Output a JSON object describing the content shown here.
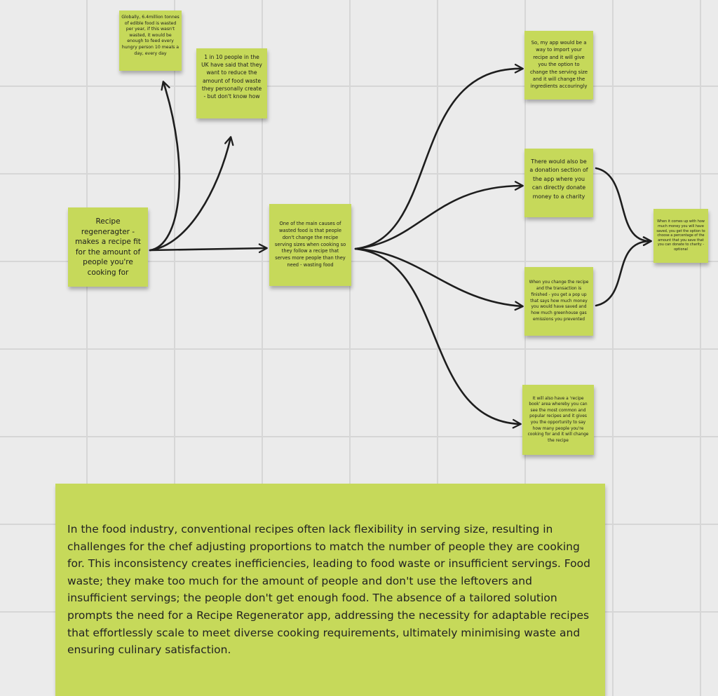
{
  "board": {
    "central_note": "Recipe regeneragter - makes a recipe fit for the amount of people you're cooking for",
    "stat_global_note": "Globally, 6.4million tonnes of edible food is wasted per year, if this wasn't wasted, it would be enough to feed every hungry person 10 meals a day, every day",
    "stat_uk_note": "1 in 10 people in the UK have said that they want to reduce the amount of food waste they personally create - but don't know how",
    "cause_note": "One of the main causes of wasted food is that people don't change the recipe serving sizes when cooking so they follow a recipe that serves more people than they need - wasting food",
    "import_note": "So, my app would be a way to import your recipe and it will give you the option to change the serving size and it will change the ingredients accouringly",
    "donation_note": "There would also be a donation section of the app where you can directly donate money to a charity",
    "popup_note": "When you change the recipe and the transaction is finished - you get a pop up that says how much money you would have saved and how much greenhouse gas emissions you prevented",
    "recipe_book_note": "It will also have a 'recipe book' area whereby you can see the most common and popular recipes and it gives you the opportunity to say how many people you're cooking for and it will change the recipe",
    "optional_donation_note": "When it comes up with how much money you will have saved, you get the option to choose a percentage of the amount that you save that you can donate to charity - optional"
  },
  "problem_statement": "In the food industry, conventional recipes often lack flexibility in serving size, resulting in challenges for the chef adjusting proportions to match the number of people they are cooking for. This inconsistency creates inefficiencies, leading to food waste or insufficient servings. Food waste; they make too much for the amount of people and don't use the leftovers and insufficient servings; the people don't get enough food.  The absence of a tailored solution prompts the need for a Recipe Regenerator app, addressing the necessity for adaptable recipes that effortlessly scale to meet diverse cooking requirements, ultimately minimising waste and ensuring culinary satisfaction.",
  "colors": {
    "sticky_note": "#c6d95a",
    "connector": "#1e1e1e",
    "board_background": "#ebebeb",
    "grid_line": "#d6d6d6"
  }
}
